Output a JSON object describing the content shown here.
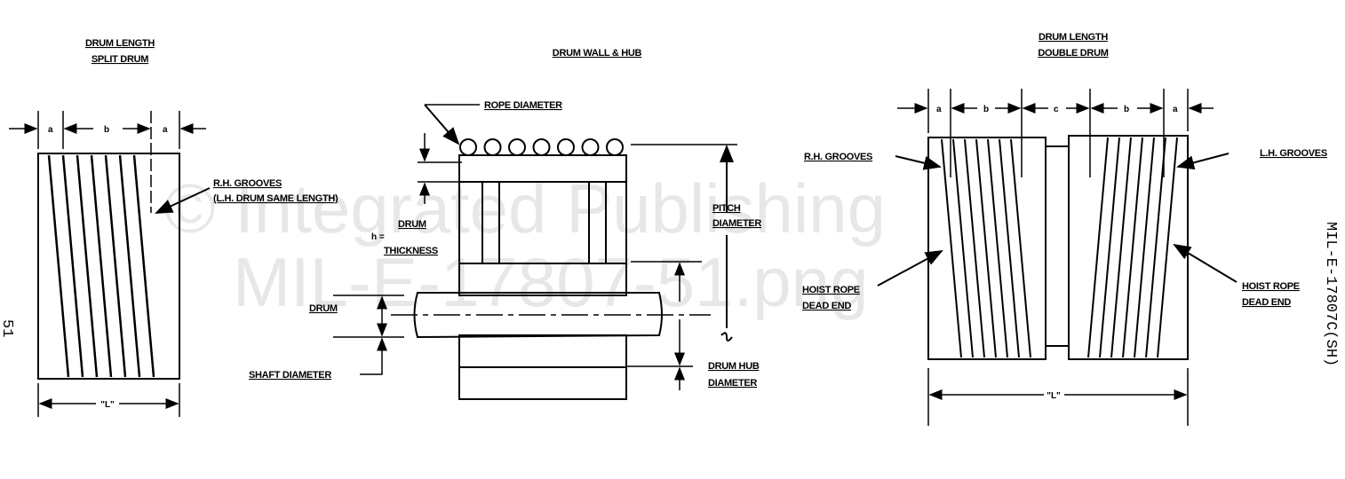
{
  "watermark": {
    "line1": "© Integrated Publishing",
    "line2": "MIL-E-17807-51.png"
  },
  "page_number": "51",
  "document_id": "MIL-E-17807C(SH)",
  "split_drum": {
    "title1": "DRUM LENGTH",
    "title2": "SPLIT DRUM",
    "dim_a": "a",
    "dim_b": "b",
    "dim_L": "\"L\"",
    "callout1": "R.H. GROOVES",
    "callout2": "(L.H. DRUM SAME LENGTH)"
  },
  "wall_hub": {
    "title": "DRUM WALL & HUB",
    "rope_diameter": "ROPE DIAMETER",
    "drum": "DRUM",
    "h_eq": "h =",
    "thickness": "THICKNESS",
    "pitch": "PITCH",
    "pitch_diameter": "DIAMETER",
    "shaft_drum": "DRUM",
    "shaft_diameter": "SHAFT DIAMETER",
    "hub1": "DRUM HUB",
    "hub2": "DIAMETER"
  },
  "double_drum": {
    "title1": "DRUM LENGTH",
    "title2": "DOUBLE DRUM",
    "dim_a": "a",
    "dim_b": "b",
    "dim_c": "c",
    "dim_L": "\"L\"",
    "rh_grooves": "R.H. GROOVES",
    "lh_grooves": "L.H. GROOVES",
    "hoist1": "HOIST ROPE",
    "hoist2": "DEAD END"
  }
}
